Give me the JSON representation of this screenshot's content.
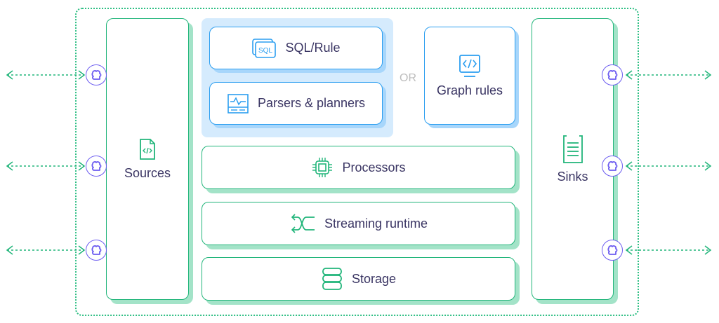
{
  "diagram": {
    "sources": {
      "label": "Sources",
      "icon": "code-file-icon"
    },
    "sinks": {
      "label": "Sinks",
      "icon": "document-list-icon"
    },
    "rule_group": {
      "sql_rule": {
        "label": "SQL/Rule",
        "icon": "sql-icon"
      },
      "parsers": {
        "label": "Parsers & planners",
        "icon": "monitor-pulse-icon"
      }
    },
    "or_label": "OR",
    "graph_rules": {
      "label": "Graph rules",
      "icon": "code-monitor-icon"
    },
    "processors": {
      "label": "Processors",
      "icon": "chip-icon"
    },
    "streaming_runtime": {
      "label": "Streaming runtime",
      "icon": "shuffle-icon"
    },
    "storage": {
      "label": "Storage",
      "icon": "database-icon"
    },
    "plugins": {
      "left_count": 3,
      "right_count": 3,
      "icon": "plugin-icon"
    },
    "colors": {
      "green": "#21b57a",
      "green_shadow": "#a3e3c8",
      "blue": "#2b9ef0",
      "blue_shadow": "#a7d6fb",
      "blue_group_bg": "#d5ebfd",
      "purple": "#6c5cf0",
      "text": "#3a3563",
      "or_text": "#bdbdbd"
    }
  }
}
